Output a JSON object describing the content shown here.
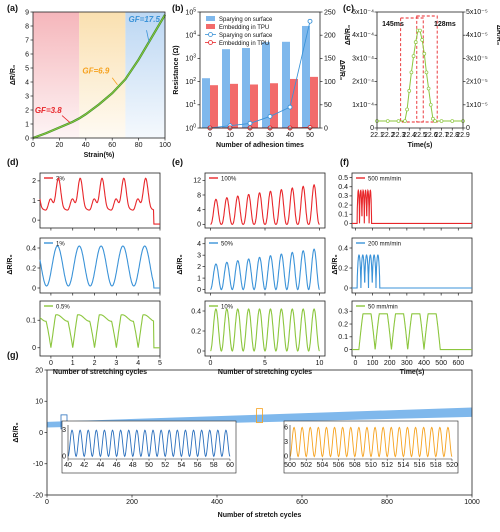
{
  "panel_labels": [
    "(a)",
    "(b)",
    "(c)",
    "(d)",
    "(e)",
    "(f)",
    "(g)"
  ],
  "colors": {
    "red": "#e8262a",
    "blue": "#3b93d8",
    "green": "#8cc63e",
    "orange": "#f6a21e",
    "lightblue": "#7fb8ec",
    "darkblue": "#2a6fbd",
    "salmon": "#f26b6b"
  },
  "chart_data": [
    {
      "id": "a",
      "type": "line",
      "xlabel": "Strain(%)",
      "ylabel": "ΔR/R₀",
      "xlim": [
        0,
        100
      ],
      "ylim": [
        0,
        9
      ],
      "xticks": [
        0,
        20,
        40,
        60,
        80,
        100
      ],
      "yticks": [
        0,
        1,
        2,
        3,
        4,
        5,
        6,
        7,
        8,
        9
      ],
      "regions": [
        {
          "from": 0,
          "to": 35,
          "color": "#f5b6bb"
        },
        {
          "from": 35,
          "to": 70,
          "color": "#fae0b0"
        },
        {
          "from": 70,
          "to": 100,
          "color": "#bcd7f3"
        }
      ],
      "annotations": [
        {
          "text": "GF=3.8",
          "x": 12,
          "y": 1.8,
          "color": "#e8262a"
        },
        {
          "text": "GF=6.9",
          "x": 48,
          "y": 4.6,
          "color": "#f6a21e"
        },
        {
          "text": "GF=17.5",
          "x": 83,
          "y": 8.3,
          "color": "#3b93d8"
        }
      ],
      "x": [
        0,
        10,
        20,
        30,
        35,
        40,
        50,
        60,
        70,
        80,
        90,
        100
      ],
      "y": [
        0,
        0.35,
        0.75,
        1.15,
        1.4,
        1.7,
        2.4,
        3.2,
        4.2,
        5.6,
        7.2,
        8.8
      ]
    },
    {
      "id": "b",
      "type": "bar",
      "xlabel": "Number of adhesion times",
      "ylabel": "Resistance (Ω)",
      "y2label": "ΔR/R₀",
      "categories": [
        "0",
        "10",
        "20",
        "30",
        "40",
        "50"
      ],
      "ylog": true,
      "ylim": [
        1,
        100000
      ],
      "y2lim": [
        0,
        250
      ],
      "yticks_exp": [
        0,
        1,
        2,
        3,
        4,
        5
      ],
      "y2ticks": [
        0,
        50,
        100,
        150,
        200,
        250
      ],
      "legend": [
        "Sparying on surface",
        "Embedding in TPU",
        "Sparying on surface",
        "Embedding in TPU"
      ],
      "series": [
        {
          "name": "Sparying on surface",
          "kind": "bar",
          "color": "#7fb8ec",
          "values": [
            140,
            2500,
            2800,
            5000,
            5200,
            25000
          ]
        },
        {
          "name": "Embedding in TPU",
          "kind": "bar",
          "color": "#f26b6b",
          "values": [
            70,
            80,
            75,
            85,
            130,
            160
          ]
        },
        {
          "name": "Sparying on surface",
          "kind": "line",
          "color": "#3b93d8",
          "values": [
            0,
            5,
            10,
            25,
            45,
            230
          ]
        },
        {
          "name": "Embedding in TPU",
          "kind": "line",
          "color": "#e8262a",
          "values": [
            0,
            0,
            0,
            0,
            0,
            1
          ]
        }
      ]
    },
    {
      "id": "c",
      "type": "line",
      "xlabel": "Time(s)",
      "ylabel": "ΔR/R₀",
      "y2label": "ΔR/R₀",
      "xlim": [
        22.1,
        22.9
      ],
      "ylim": [
        0,
        5
      ],
      "y2lim": [
        0,
        5
      ],
      "xticks": [
        22.1,
        22.2,
        22.3,
        22.4,
        22.5,
        22.6,
        22.7,
        22.8,
        22.9
      ],
      "yticks": [
        "0",
        "1x10⁻⁴",
        "2x10⁻⁴",
        "3x10⁻⁴",
        "4x10⁻⁴",
        "5x10⁻⁴"
      ],
      "y2ticks": [
        "0",
        "1x10⁻⁵",
        "2x10⁻⁵",
        "3x10⁻⁵",
        "4x10⁻⁵",
        "5x10⁻⁵"
      ],
      "annotations": [
        "145ms",
        "128ms"
      ],
      "x": [
        22.1,
        22.2,
        22.3,
        22.36,
        22.38,
        22.4,
        22.42,
        22.44,
        22.46,
        22.48,
        22.5,
        22.52,
        22.54,
        22.56,
        22.58,
        22.6,
        22.62,
        22.64,
        22.7,
        22.8,
        22.9
      ],
      "y": [
        0.3,
        0.3,
        0.3,
        0.3,
        0.8,
        1.6,
        2.4,
        3.1,
        3.7,
        4.2,
        4.2,
        3.8,
        3.2,
        2.4,
        1.7,
        1.0,
        0.4,
        0.3,
        0.3,
        0.3,
        0.3
      ]
    },
    {
      "id": "d",
      "type": "line",
      "xlabel": "Number of stretching cycles",
      "ylabel": "ΔR/R₀",
      "xlim": [
        -0.5,
        5
      ],
      "xticks": [
        0,
        1,
        2,
        3,
        4,
        5
      ],
      "series": [
        {
          "name": "3%",
          "color": "#e8262a",
          "yticks": [
            0,
            1,
            2
          ],
          "ylim": [
            -0.4,
            2.4
          ]
        },
        {
          "name": "1%",
          "color": "#3b93d8",
          "yticks": [
            0.0,
            0.2,
            0.4
          ],
          "ylim": [
            -0.05,
            0.5
          ]
        },
        {
          "name": "0.5%",
          "color": "#8cc63e",
          "yticks": [
            0.0,
            0.1
          ],
          "ylim": [
            -0.03,
            0.17
          ]
        }
      ]
    },
    {
      "id": "e",
      "type": "line",
      "xlabel": "Number of stretching cycles",
      "ylabel": "ΔR/R₀",
      "xlim": [
        -0.5,
        10.5
      ],
      "xticks": [
        0,
        5,
        10
      ],
      "series": [
        {
          "name": "100%",
          "color": "#e8262a",
          "yticks": [
            0,
            4,
            8,
            12
          ],
          "ylim": [
            -1,
            14
          ]
        },
        {
          "name": "50%",
          "color": "#3b93d8",
          "yticks": [
            0,
            1,
            2,
            3,
            4
          ],
          "ylim": [
            -0.3,
            4.5
          ]
        },
        {
          "name": "10%",
          "color": "#8cc63e",
          "yticks": [
            0.0,
            0.2,
            0.4
          ],
          "ylim": [
            -0.05,
            0.5
          ]
        }
      ]
    },
    {
      "id": "f",
      "type": "line",
      "xlabel": "Time(s)",
      "ylabel": "ΔR/R₀",
      "xlim": [
        -20,
        680
      ],
      "xticks": [
        0,
        100,
        200,
        300,
        400,
        500,
        600
      ],
      "series": [
        {
          "name": "500 mm/min",
          "color": "#e8262a",
          "yticks": [
            0.0,
            0.1,
            0.2,
            0.3,
            0.4,
            0.5
          ],
          "ylim": [
            -0.05,
            0.55
          ]
        },
        {
          "name": "200 mm/min",
          "color": "#3b93d8",
          "yticks": [
            0.0,
            0.2,
            0.4
          ],
          "ylim": [
            -0.05,
            0.5
          ]
        },
        {
          "name": "50 mm/min",
          "color": "#8cc63e",
          "yticks": [
            0.0,
            0.1,
            0.2,
            0.3
          ],
          "ylim": [
            -0.05,
            0.38
          ]
        }
      ]
    },
    {
      "id": "g",
      "type": "area",
      "xlabel": "Number of stretch cycles",
      "ylabel": "ΔR/R₀",
      "xlim": [
        0,
        1000
      ],
      "ylim": [
        -20,
        20
      ],
      "xticks": [
        0,
        200,
        400,
        600,
        800,
        1000
      ],
      "yticks": [
        -20,
        -10,
        0,
        10,
        20
      ],
      "band": {
        "x": [
          0,
          1000
        ],
        "lower": [
          1.6,
          5.0
        ],
        "upper": [
          3.4,
          8.0
        ]
      },
      "insets": [
        {
          "color": "#2a6fbd",
          "xlim": [
            40,
            60
          ],
          "xticks": [
            40,
            42,
            44,
            46,
            48,
            50,
            52,
            54,
            56,
            58,
            60
          ],
          "yticks": [
            0,
            3
          ],
          "ylim": [
            -0.3,
            3.6
          ]
        },
        {
          "color": "#f6a21e",
          "xlim": [
            500,
            520
          ],
          "xticks": [
            500,
            502,
            504,
            506,
            508,
            510,
            512,
            514,
            516,
            518,
            520
          ],
          "yticks": [
            0,
            3,
            6
          ],
          "ylim": [
            -0.5,
            6.5
          ]
        }
      ]
    }
  ]
}
